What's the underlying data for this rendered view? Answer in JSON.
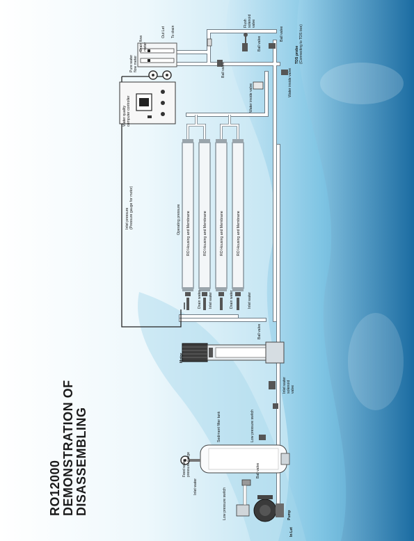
{
  "title": {
    "line1": "RO12000",
    "line2": "DEMONSTRATION OF",
    "line3": "DISASSEMBLING"
  },
  "colors": {
    "water_light": "#dff3fb",
    "water_mid": "#7ec8e6",
    "water_deep": "#1f7fb6",
    "pipe": "#ffffff",
    "pipe_edge": "#6d7c86",
    "line_dark": "#222222"
  },
  "components": {
    "pump": "Pump",
    "in_let": "In Let",
    "low_pressure_switch_1": "Low pressure switch",
    "inlet_water": "Inlet water",
    "feed_water_gauge": "Feed water pressure gauge",
    "ball_valve_1": "Ball valve",
    "sediment_tank": "Sediment filter tank",
    "low_pressure_switch_2": "Low pressure switch",
    "inlet_solenoid": "Inlet water solenoid valve",
    "motor": "Motor",
    "ball_valve_2": "Ball valve",
    "inlet_pressure": "Inlet pressure (Pressure gauge for motor)",
    "operating_pressure": "Operating pressure",
    "ro_membrane": "RO Housing and Membrane",
    "drain_water": "Drain water",
    "inlet_water_ro": "Inlet water",
    "water_quality_controller": "Water quality computer controller",
    "pure_water_flow_meter": "Pure water flow meter",
    "drain_flow_meter": "Drain flow meter",
    "out_let": "Out Let",
    "to_drain": "To drain",
    "flush_solenoid": "Flush solenoid valve",
    "ball_valve_3": "Ball valve",
    "ball_valve_4": "Ball valve",
    "ball_valve_5": "Ball valve",
    "water_inside_valve_1": "Water inside valve",
    "water_inside_valve_2": "Water inside valve",
    "tds_probe": "TDS probe",
    "tds_probe_note": "(Connecting to TDS box)"
  }
}
